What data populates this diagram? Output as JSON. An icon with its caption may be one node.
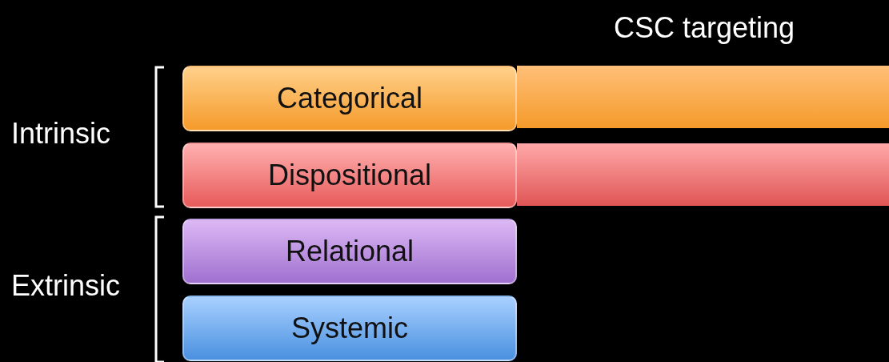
{
  "diagram": {
    "nodes": [
      {
        "text": [
          "Categorical"
        ]
      },
      {
        "text": [],
        "shape": "bar"
      },
      {
        "text": [
          "Dispositional"
        ]
      },
      {
        "text": [],
        "shape": "bar"
      },
      {
        "text": [
          "Relational"
        ]
      },
      {
        "text": [
          "Systemic"
        ]
      }
    ],
    "labels": [
      "CSC targeting",
      "Intrinsic",
      "Extrinsic"
    ]
  }
}
